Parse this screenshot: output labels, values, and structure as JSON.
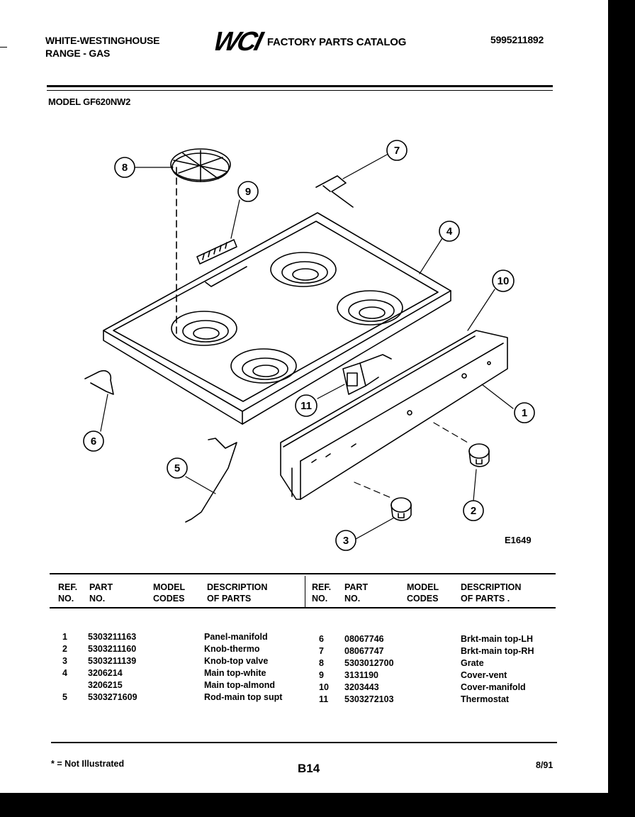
{
  "header": {
    "brand": "WHITE-WESTINGHOUSE",
    "product": "RANGE - GAS",
    "logo": "WCI",
    "catalog_title": "FACTORY PARTS CATALOG",
    "catalog_number": "5995211892",
    "model": "MODEL GF620NW2"
  },
  "callouts": {
    "c1": "1",
    "c2": "2",
    "c3": "3",
    "c4": "4",
    "c5": "5",
    "c6": "6",
    "c7": "7",
    "c8": "8",
    "c9": "9",
    "c10": "10",
    "c11": "11"
  },
  "figure": {
    "code": "E1649"
  },
  "table": {
    "headers": {
      "ref": "REF.\nNO.",
      "part": "PART\nNO.",
      "model": "MODEL\nCODES",
      "desc": "DESCRIPTION\nOF PARTS",
      "desc_right": "DESCRIPTION\nOF PARTS ."
    },
    "left": [
      {
        "ref": "1",
        "part": "5303211163",
        "desc": "Panel-manifold"
      },
      {
        "ref": "2",
        "part": "5303211160",
        "desc": "Knob-thermo"
      },
      {
        "ref": "3",
        "part": "5303211139",
        "desc": "Knob-top valve"
      },
      {
        "ref": "4",
        "part": "3206214",
        "desc": "Main top-white"
      },
      {
        "ref": "",
        "part": "3206215",
        "desc": "Main top-almond"
      },
      {
        "ref": "5",
        "part": "5303271609",
        "desc": "Rod-main top supt"
      }
    ],
    "right": [
      {
        "ref": "6",
        "part": "08067746",
        "desc": "Brkt-main top-LH"
      },
      {
        "ref": "7",
        "part": "08067747",
        "desc": "Brkt-main top-RH"
      },
      {
        "ref": "8",
        "part": "5303012700",
        "desc": "Grate"
      },
      {
        "ref": "9",
        "part": "3131190",
        "desc": "Cover-vent"
      },
      {
        "ref": "10",
        "part": "3203443",
        "desc": "Cover-manifold"
      },
      {
        "ref": "11",
        "part": "5303272103",
        "desc": "Thermostat"
      }
    ]
  },
  "footer": {
    "note": "* = Not Illustrated",
    "page": "B14",
    "date": "8/91"
  }
}
